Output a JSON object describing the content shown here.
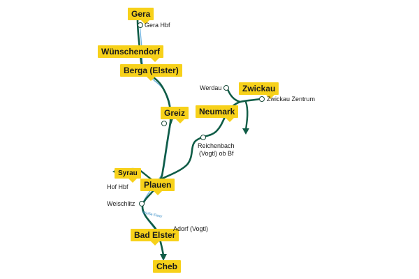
{
  "major_stations": {
    "gera": "Gera",
    "wuenschendorf": "Wünschendorf",
    "berga": "Berga (Elster)",
    "greiz": "Greiz",
    "neumark": "Neumark",
    "zwickau": "Zwickau",
    "syrau": "Syrau",
    "plauen": "Plauen",
    "bad_elster": "Bad Elster",
    "cheb": "Cheb"
  },
  "station_labels": {
    "gera_hbf": "Gera Hbf",
    "werdau": "Werdau",
    "zwickau_zentrum": "Zwickau Zentrum",
    "reichenbach_1": "Reichenbach",
    "reichenbach_2": "(Vogtl) ob Bf",
    "hof_hbf": "Hof Hbf",
    "weischlitz": "Weischlitz",
    "adorf": "Adorf (Vogtl)"
  },
  "river": {
    "label": "Weiße Elster"
  },
  "colors": {
    "rail_line": "#0f5c46",
    "river": "#6fb4e0",
    "station_box": "#f7d11a",
    "station_dot_stroke": "#1a4a3a"
  }
}
